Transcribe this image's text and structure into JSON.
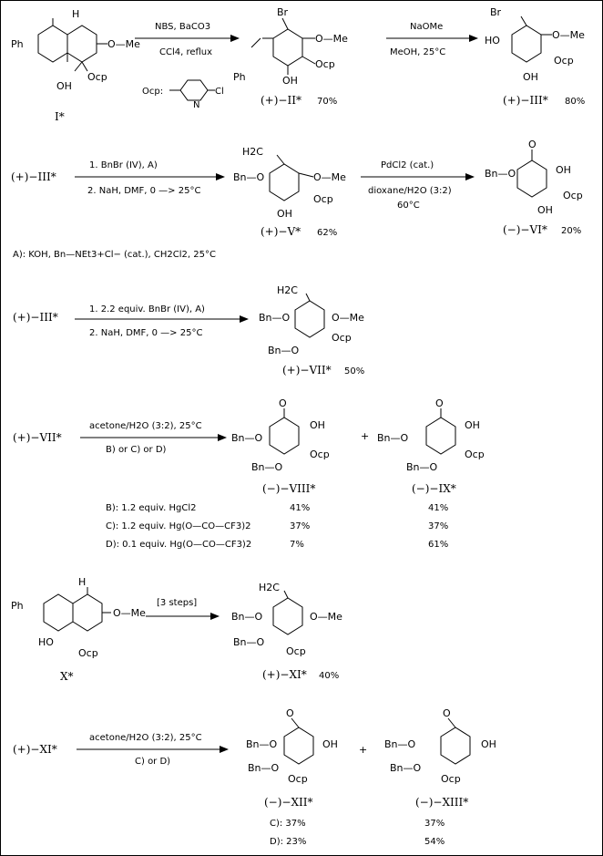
{
  "row1": {
    "step1": {
      "top": "NBS, BaCO3",
      "bottom": "CCl4, reflux"
    },
    "step2": {
      "top": "NaOMe",
      "bottom": "MeOH, 25°C"
    },
    "ocp_note": "Ocp:",
    "compound_I": {
      "label": "I*",
      "ph": "Ph",
      "ome": "O—Me",
      "ocp": "Ocp",
      "oh": "OH",
      "h": "H"
    },
    "compound_II": {
      "label": "(+)−II*",
      "yield": "70%",
      "br": "Br",
      "ph": "Ph",
      "ome": "O—Me",
      "ocp": "Ocp",
      "oh": "OH"
    },
    "compound_III": {
      "label": "(+)−III*",
      "yield": "80%",
      "br": "Br",
      "ho": "HO",
      "ome": "O—Me",
      "ocp": "Ocp",
      "oh": "OH"
    }
  },
  "row2": {
    "start": "(+)−III*",
    "step1": {
      "top": "1. BnBr (IV), A)",
      "bottom": "2. NaH, DMF, 0 —> 25°C"
    },
    "step2": {
      "top": "PdCl2 (cat.)",
      "bottom": "dioxane/H2O (3:2)",
      "temp": "60°C"
    },
    "compound_V": {
      "label": "(+)−V*",
      "yield": "62%",
      "h2c": "H2C",
      "bn": "Bn—O",
      "ome": "O—Me",
      "ocp": "Ocp",
      "oh": "OH"
    },
    "compound_VI": {
      "label": "(−)−VI*",
      "yield": "20%",
      "o": "O",
      "bn": "Bn—O",
      "oh": "OH",
      "ocp": "Ocp",
      "oh2": "OH"
    },
    "note_A": "A): KOH, Bn—NEt3+Cl− (cat.), CH2Cl2, 25°C"
  },
  "row3": {
    "start": "(+)−III*",
    "step": {
      "top": "1. 2.2 equiv. BnBr (IV), A)",
      "bottom": "2. NaH, DMF, 0 —> 25°C"
    },
    "compound_VII": {
      "label": "(+)−VII*",
      "yield": "50%",
      "h2c": "H2C",
      "bn": "Bn—O",
      "ome": "O—Me",
      "ocp": "Ocp",
      "bn2": "Bn—O"
    }
  },
  "row4": {
    "start": "(+)−VII*",
    "step": {
      "top": "acetone/H2O (3:2), 25°C",
      "bottom": "B) or C) or D)"
    },
    "plus": "+",
    "compound_VIII": {
      "label": "(−)−VIII*",
      "o": "O",
      "bn": "Bn—O",
      "oh": "OH",
      "ocp": "Ocp",
      "bn2": "Bn—O"
    },
    "compound_IX": {
      "label": "(−)−IX*",
      "o": "O",
      "bn": "Bn—O",
      "oh": "OH",
      "ocp": "Ocp",
      "bn2": "Bn—O"
    },
    "conditions": [
      {
        "text": "B): 1.2 equiv. HgCl2",
        "y1": "41%",
        "y2": "41%"
      },
      {
        "text": "C): 1.2 equiv. Hg(O—CO—CF3)2",
        "y1": "37%",
        "y2": "37%"
      },
      {
        "text": "D): 0.1 equiv. Hg(O—CO—CF3)2",
        "y1": "7%",
        "y2": "61%"
      }
    ]
  },
  "row5": {
    "step": "[3 steps]",
    "compound_X": {
      "label": "X*",
      "ph": "Ph",
      "ome": "O—Me",
      "ocp": "Ocp",
      "ho": "HO",
      "h": "H"
    },
    "compound_XI": {
      "label": "(+)−XI*",
      "yield": "40%",
      "h2c": "H2C",
      "bn": "Bn—O",
      "ome": "O—Me",
      "ocp": "Ocp",
      "bn2": "Bn—O"
    }
  },
  "row6": {
    "start": "(+)−XI*",
    "step": {
      "top": "acetone/H2O (3:2), 25°C",
      "bottom": "C) or D)"
    },
    "plus": "+",
    "compound_XII": {
      "label": "(−)−XII*",
      "o": "O",
      "bn": "Bn—O",
      "oh": "OH",
      "ocp": "Ocp",
      "bn2": "Bn—O"
    },
    "compound_XIII": {
      "label": "(−)−XIII*",
      "o": "O",
      "bn": "Bn—O",
      "oh": "OH",
      "ocp": "Ocp",
      "bn2": "Bn—O"
    },
    "yields": [
      {
        "text": "C): 37%",
        "y2": "37%"
      },
      {
        "text": "D): 23%",
        "y2": "54%"
      }
    ]
  }
}
